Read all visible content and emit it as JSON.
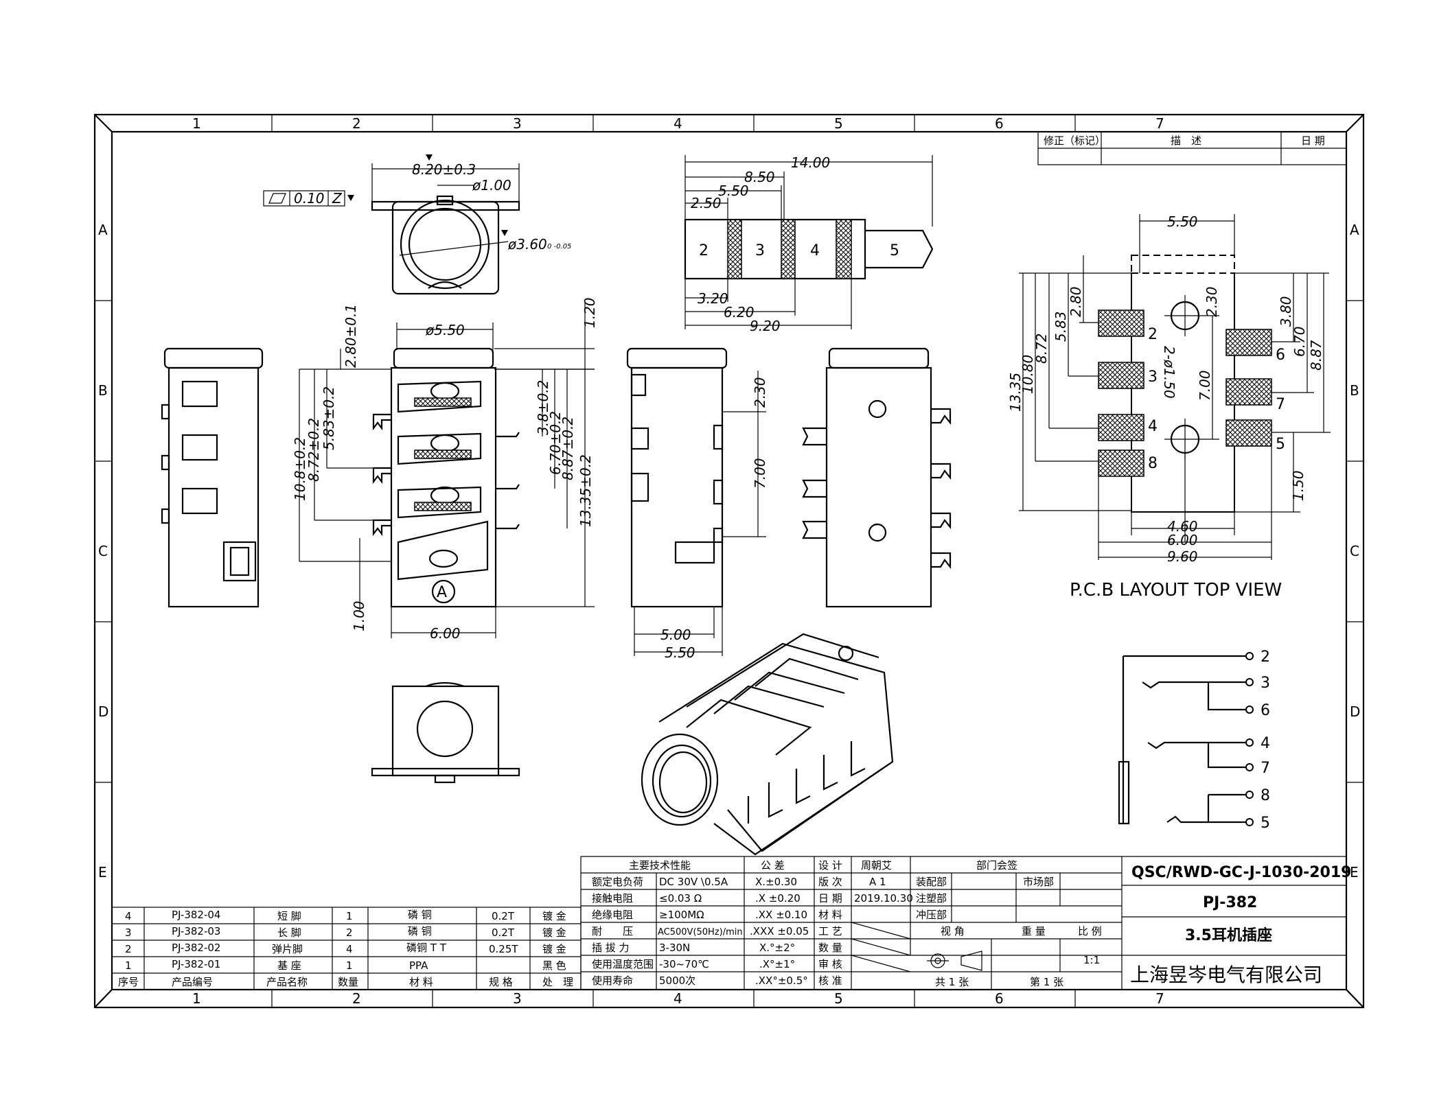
{
  "grid": {
    "columns": [
      "1",
      "2",
      "3",
      "4",
      "5",
      "6",
      "7"
    ],
    "rows": [
      "A",
      "B",
      "C",
      "D",
      "E"
    ]
  },
  "revision_table": {
    "headers": [
      "修正（标记）",
      "描　述",
      "日 期"
    ]
  },
  "dimensions": {
    "top_view": {
      "width": "8.20±0.3",
      "pin_dia": "ø1.00",
      "hole": "ø3.60",
      "hole_tol": "0\n-0.05",
      "flatness_value": "0.10",
      "flatness_datum": "Z"
    },
    "plug": {
      "d14": "14.00",
      "d8_5": "8.50",
      "d5_5": "5.50",
      "d2_5": "2.50",
      "d3_2": "3.20",
      "d6_2": "6.20",
      "d9_2": "9.20",
      "segments": [
        "2",
        "3",
        "4",
        "5"
      ]
    },
    "side_view": {
      "d5_5": "ø5.50",
      "d1_2": "1.20",
      "d2_8": "2.80±0.1",
      "d10_8": "10.8±0.2",
      "d8_72": "8.72±0.2",
      "d5_83": "5.83±0.2",
      "d3_8": "3.8±0.2",
      "d6_7": "6.70±0.2",
      "d8_87": "8.87±0.2",
      "d13_35": "13.35±0.2",
      "d1_00": "1.00",
      "d6_00": "6.00",
      "datum_a": "A"
    },
    "front_view": {
      "d2_3": "2.30",
      "d7_0": "7.00",
      "d5_0": "5.00",
      "d5_5": "5.50"
    }
  },
  "pcb_layout": {
    "title": "P.C.B LAYOUT TOP VIEW",
    "d5_5": "5.50",
    "d2_3": "2.30",
    "d2_8": "2.80",
    "d5_83": "5.83",
    "d8_72": "8.72",
    "d10_8": "10.80",
    "d13_35": "13.35",
    "holes": "2-ø1.50",
    "d7_0": "7.00",
    "d3_8": "3.80",
    "d6_7": "6.70",
    "d8_87": "8.87",
    "d1_5": "1.50",
    "d4_6": "4.60",
    "d6_0": "6.00",
    "d9_6": "9.60",
    "pads_left": [
      "2",
      "3",
      "4",
      "8"
    ],
    "pads_right": [
      "6",
      "7",
      "5"
    ]
  },
  "schematic": {
    "pins": [
      "2",
      "3",
      "6",
      "4",
      "7",
      "8",
      "5"
    ]
  },
  "spec_table": {
    "header": "主要技术性能",
    "tol_header": "公 差",
    "rows": [
      {
        "k": "额定电负荷",
        "v": "DC 30V \\0.5A",
        "t": "X.±0.30"
      },
      {
        "k": "接触电阻",
        "v": "≤0.03 Ω",
        "t": ".X ±0.20"
      },
      {
        "k": "绝缘电阻",
        "v": "≥100MΩ",
        "t": ".XX ±0.10"
      },
      {
        "k": "耐　　压",
        "v": "AC500V(50Hz)/min",
        "t": ".XXX ±0.05"
      },
      {
        "k": "插 拔 力",
        "v": "3-30N",
        "t": "X.°±2°"
      },
      {
        "k": "使用温度范围",
        "v": "-30~70℃",
        "t": ".X°±1°"
      },
      {
        "k": "使用寿命",
        "v": "5000次",
        "t": ".XX°±0.5°"
      }
    ]
  },
  "approval": {
    "labels": [
      "设 计",
      "版 次",
      "日 期",
      "材 料",
      "工 艺",
      "数 量",
      "审 核",
      "核 准"
    ],
    "designer": "周朝艾",
    "version": "A 1",
    "date": "2019.10.30",
    "dept_header": "部门会签",
    "depts": [
      "装配部",
      "市场部",
      "注塑部",
      "冲压部"
    ],
    "view_angle": "视 角",
    "weight": "重 量",
    "scale_label": "比 例",
    "scale": "1:1",
    "sheets_total": "共 1 张",
    "sheet_no": "第 1 张"
  },
  "title_block": {
    "doc_no": "QSC/RWD-GC-J-1030-2019",
    "model": "PJ-382",
    "name": "3.5耳机插座",
    "company": "上海昱岑电气有限公司"
  },
  "bom": {
    "headers": [
      "序号",
      "产品编号",
      "产品名称",
      "数量",
      "材 料",
      "规 格",
      "处　理"
    ],
    "rows": [
      {
        "n": "4",
        "code": "PJ-382-04",
        "name": "短 脚",
        "qty": "1",
        "mat": "磷 铜",
        "spec": "0.2T",
        "finish": "镀 金"
      },
      {
        "n": "3",
        "code": "PJ-382-03",
        "name": "长 脚",
        "qty": "2",
        "mat": "磷 铜",
        "spec": "0.2T",
        "finish": "镀 金"
      },
      {
        "n": "2",
        "code": "PJ-382-02",
        "name": "弹片脚",
        "qty": "4",
        "mat": "磷铜 T T",
        "spec": "0.25T",
        "finish": "镀 金"
      },
      {
        "n": "1",
        "code": "PJ-382-01",
        "name": "基 座",
        "qty": "1",
        "mat": "PPA",
        "spec": "",
        "finish": "黑 色"
      }
    ]
  }
}
